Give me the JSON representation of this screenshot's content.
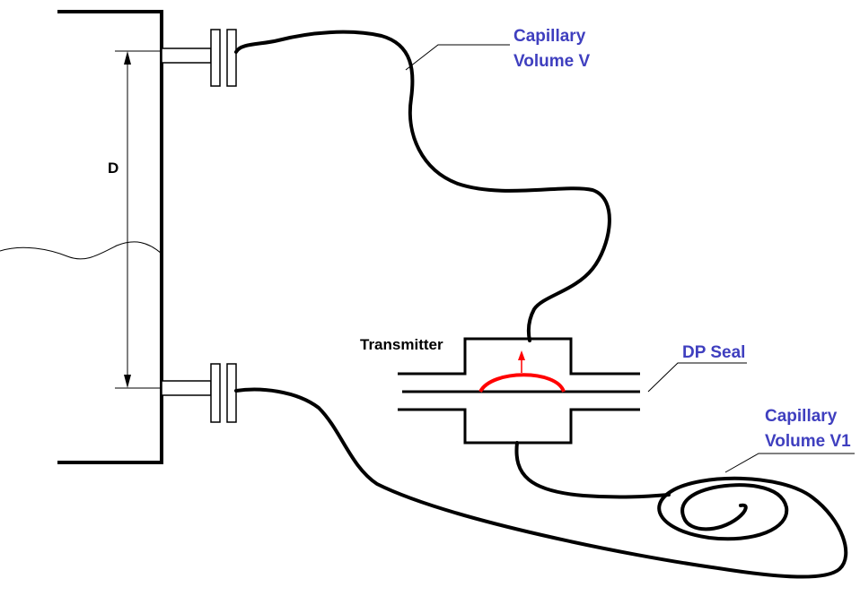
{
  "colors": {
    "line": "#000000",
    "label_blue": "#3f3fbf",
    "seal_red": "#ff0000"
  },
  "labels": {
    "dimension": "D",
    "transmitter": "Transmitter",
    "capillary_v_line1": "Capillary",
    "capillary_v_line2": "Volume V",
    "dp_seal": "DP Seal",
    "capillary_v1_line1": "Capillary",
    "capillary_v1_line2": "Volume V1"
  }
}
